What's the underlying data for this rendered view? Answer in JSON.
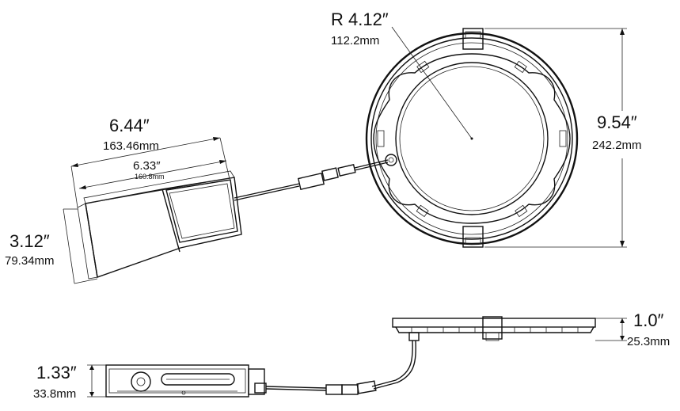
{
  "dimensions": {
    "radius": {
      "imperial": "R 4.12″",
      "metric": "112.2mm"
    },
    "ring_height": {
      "imperial": "9.54″",
      "metric": "242.2mm"
    },
    "box_length_outer": {
      "imperial": "6.44″",
      "metric": "163.46mm"
    },
    "box_length_inner": {
      "imperial": "6.33″",
      "metric": "160.8mm"
    },
    "box_width": {
      "imperial": "3.12″",
      "metric": "79.34mm"
    },
    "fixture_thickness": {
      "imperial": "1.0″",
      "metric": "25.3mm"
    },
    "box_thickness": {
      "imperial": "1.33″",
      "metric": "33.8mm"
    }
  }
}
